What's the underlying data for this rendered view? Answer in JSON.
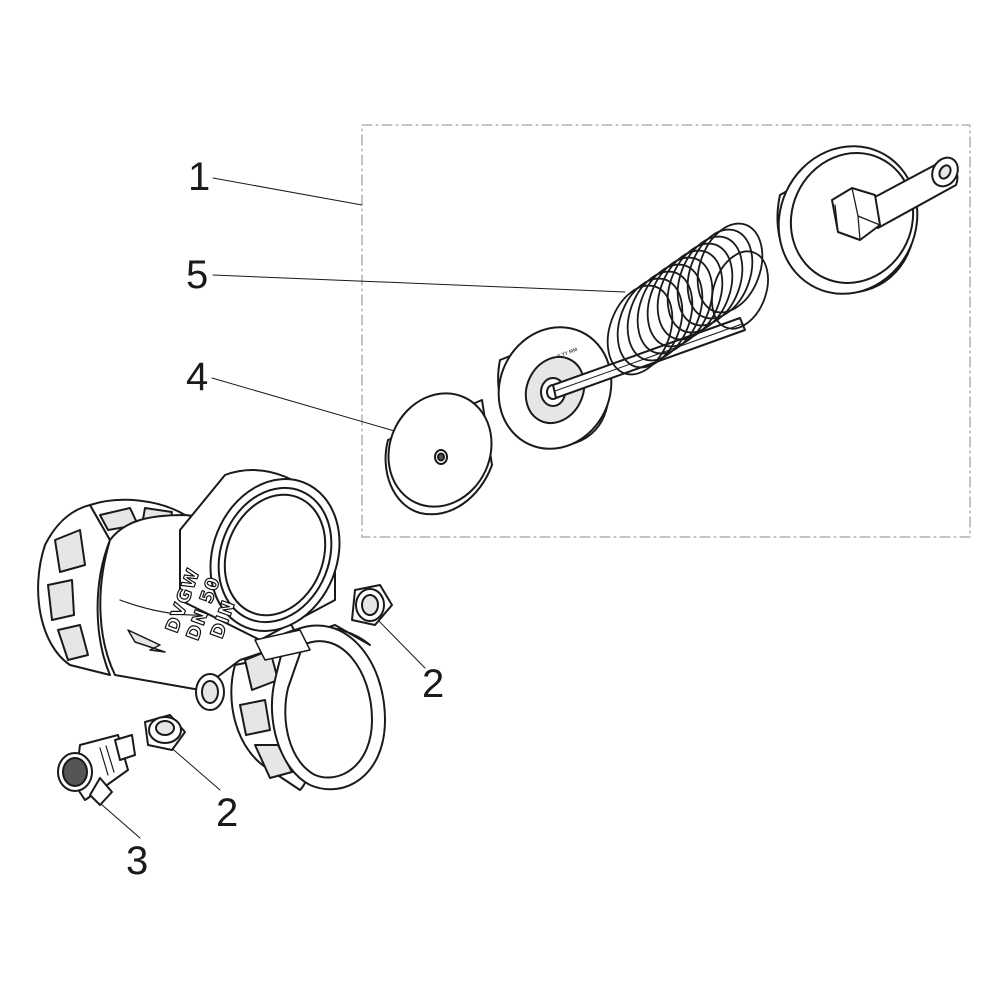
{
  "callouts": {
    "c1": "1",
    "c5": "5",
    "c4": "4",
    "c2a": "2",
    "c2b": "2",
    "c3": "3"
  },
  "body_markings": {
    "line1": "DVGW",
    "line2": "DN 50",
    "line3": "DIN"
  },
  "spring_plate_marking": "0 YY MM",
  "colors": {
    "ink": "#1a1a1a",
    "paper": "#ffffff",
    "shade": "#e6e6e6",
    "dark": "#555555"
  }
}
